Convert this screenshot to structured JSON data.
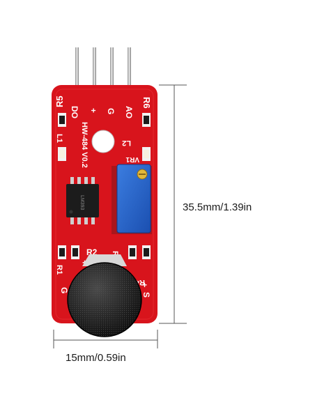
{
  "dimensions": {
    "height_label": "35.5mm/1.39in",
    "width_label": "15mm/0.59in"
  },
  "board": {
    "color": "#d8141c",
    "model": "HW-484 V0.2",
    "pins": [
      "DO",
      "+",
      "G",
      "AO"
    ],
    "silkscreen": {
      "r5": "R5",
      "r6": "R6",
      "l1": "L1",
      "l2": "L2",
      "vr1": "VR1",
      "r1": "R1",
      "r2": "R2",
      "r3": "R3",
      "r4": "R4",
      "g": "G",
      "s": "S",
      "plus_left": "+",
      "plus_mid": "+",
      "plus_right": "+"
    },
    "chip_text": "LM393"
  }
}
